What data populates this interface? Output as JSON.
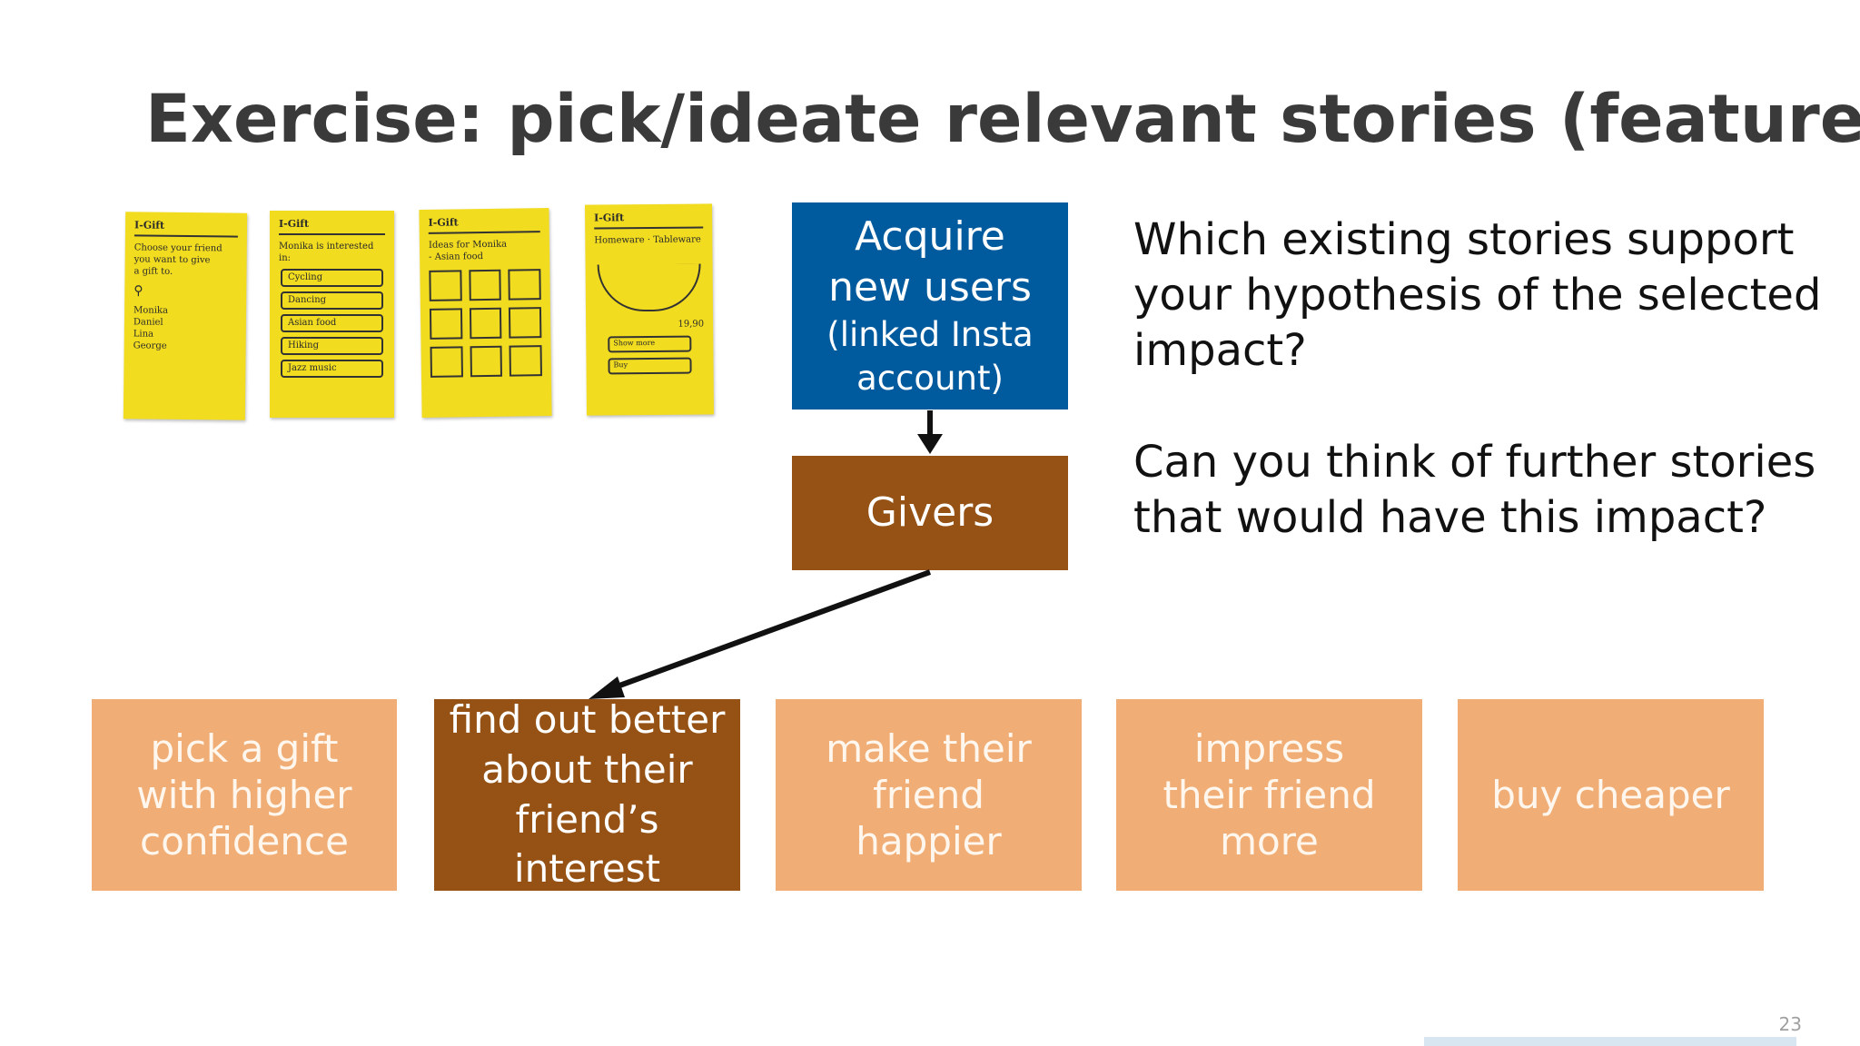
{
  "slide": {
    "title": "Exercise: pick/ideate relevant stories (features)",
    "page_number": "23"
  },
  "impact": {
    "goal": "Acquire new users",
    "goal_detail": "(linked Insta account)",
    "actor": "Givers"
  },
  "questions": {
    "q1": "Which existing stories support your hypothesis of the selected impact?",
    "q2": "Can you think of further stories that would have this impact?"
  },
  "deliverables": [
    {
      "label": "pick a gift with higher confidence",
      "selected": false
    },
    {
      "label": "find out better about their friend’s interest",
      "selected": true
    },
    {
      "label": "make their friend happier",
      "selected": false
    },
    {
      "label": "impress their friend more",
      "selected": false
    },
    {
      "label": "buy cheaper",
      "selected": false
    }
  ],
  "sketches": [
    {
      "header": "I-Gift",
      "lines": [
        "Choose your friend",
        "you want to give",
        "a gift to.",
        "Monika",
        "Daniel",
        "Lina",
        "George"
      ]
    },
    {
      "header": "I-Gift",
      "lines": [
        "Monika is interested in:",
        "Cycling",
        "Dancing",
        "Asian food",
        "Hiking",
        "Jazz music"
      ]
    },
    {
      "header": "I-Gift",
      "lines": [
        "Ideas for Monika",
        "- Asian food"
      ]
    },
    {
      "header": "I-Gift",
      "lines": [
        "Homeware · Tableware",
        "19,90",
        "Show more",
        "Buy"
      ]
    }
  ],
  "colors": {
    "goal": "#005a9e",
    "actor": "#955214",
    "deliverable": "#f0ae76",
    "deliverable_selected": "#955214",
    "sticky_note": "#f2dc1f"
  }
}
